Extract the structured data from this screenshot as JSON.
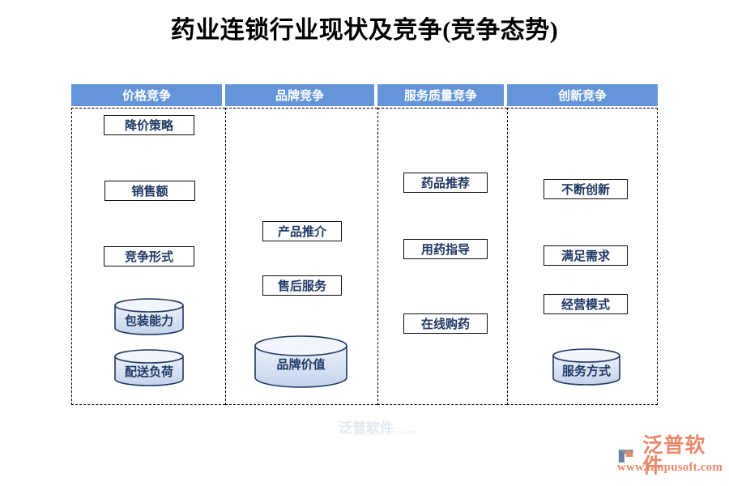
{
  "page": {
    "title": "药业连锁行业现状及竞争(竞争态势)"
  },
  "theme": {
    "header_blue": "#6495D8",
    "node_text_navy": "#1F3864",
    "node_border": "#0D0D0D",
    "cylinder_fill_top": "#EAF0F8",
    "cylinder_fill_bottom": "#C6D4EA",
    "cylinder_stroke": "#1F3864",
    "dashed_border": "#000000",
    "logo_orange": "#E8896B"
  },
  "diagram": {
    "columns": [
      {
        "header": "价格竞争",
        "nodes": [
          {
            "label": "降价策略",
            "shape": "rect"
          },
          {
            "label": "销售额",
            "shape": "rect"
          },
          {
            "label": "竞争形式",
            "shape": "rect"
          },
          {
            "label": "包装能力",
            "shape": "cylinder"
          },
          {
            "label": "配送负荷",
            "shape": "cylinder"
          }
        ]
      },
      {
        "header": "品牌竞争",
        "nodes": [
          {
            "label": "产品推介",
            "shape": "rect"
          },
          {
            "label": "售后服务",
            "shape": "rect"
          },
          {
            "label": "品牌价值",
            "shape": "cylinder"
          }
        ]
      },
      {
        "header": "服务质量竞争",
        "nodes": [
          {
            "label": "药品推荐",
            "shape": "rect"
          },
          {
            "label": "用药指导",
            "shape": "rect"
          },
          {
            "label": "在线购药",
            "shape": "rect"
          }
        ]
      },
      {
        "header": "创新竞争",
        "nodes": [
          {
            "label": "不断创新",
            "shape": "rect"
          },
          {
            "label": "满足需求",
            "shape": "rect"
          },
          {
            "label": "经营模式",
            "shape": "rect"
          },
          {
            "label": "服务方式",
            "shape": "cylinder"
          }
        ]
      }
    ]
  },
  "watermark": {
    "text": "泛普软件",
    "subtext": "FANPU SOFTWARE"
  },
  "logo": {
    "name": "泛普软件",
    "url": "www.fanpusoft.com"
  }
}
